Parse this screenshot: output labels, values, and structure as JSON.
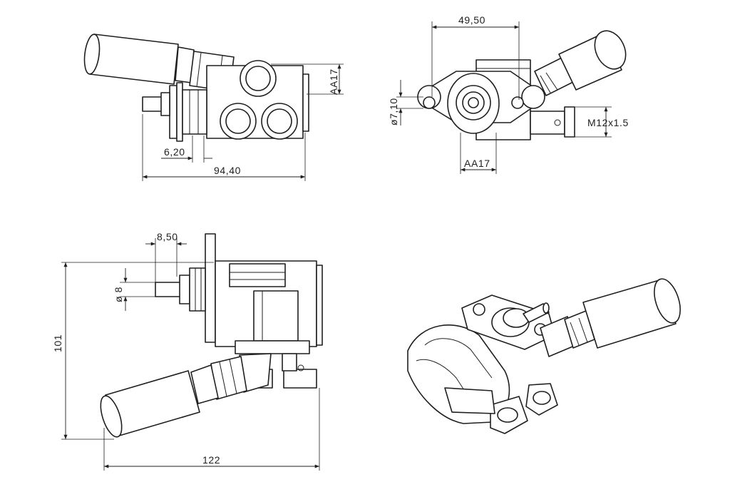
{
  "dimensions": {
    "front_height_aa17": "AA17",
    "front_offset": "6,20",
    "front_length": "94,40",
    "top_hole_spacing": "49,50",
    "top_hole_diameter": "ø7,10",
    "top_thread": "M12x1.5",
    "top_width_aa17": "AA17",
    "side_pin_offset": "8,50",
    "side_pin_diameter": "ø 8",
    "side_height": "101",
    "side_length": "122"
  },
  "views": [
    "front-view",
    "top-view",
    "side-view",
    "isometric-view"
  ]
}
